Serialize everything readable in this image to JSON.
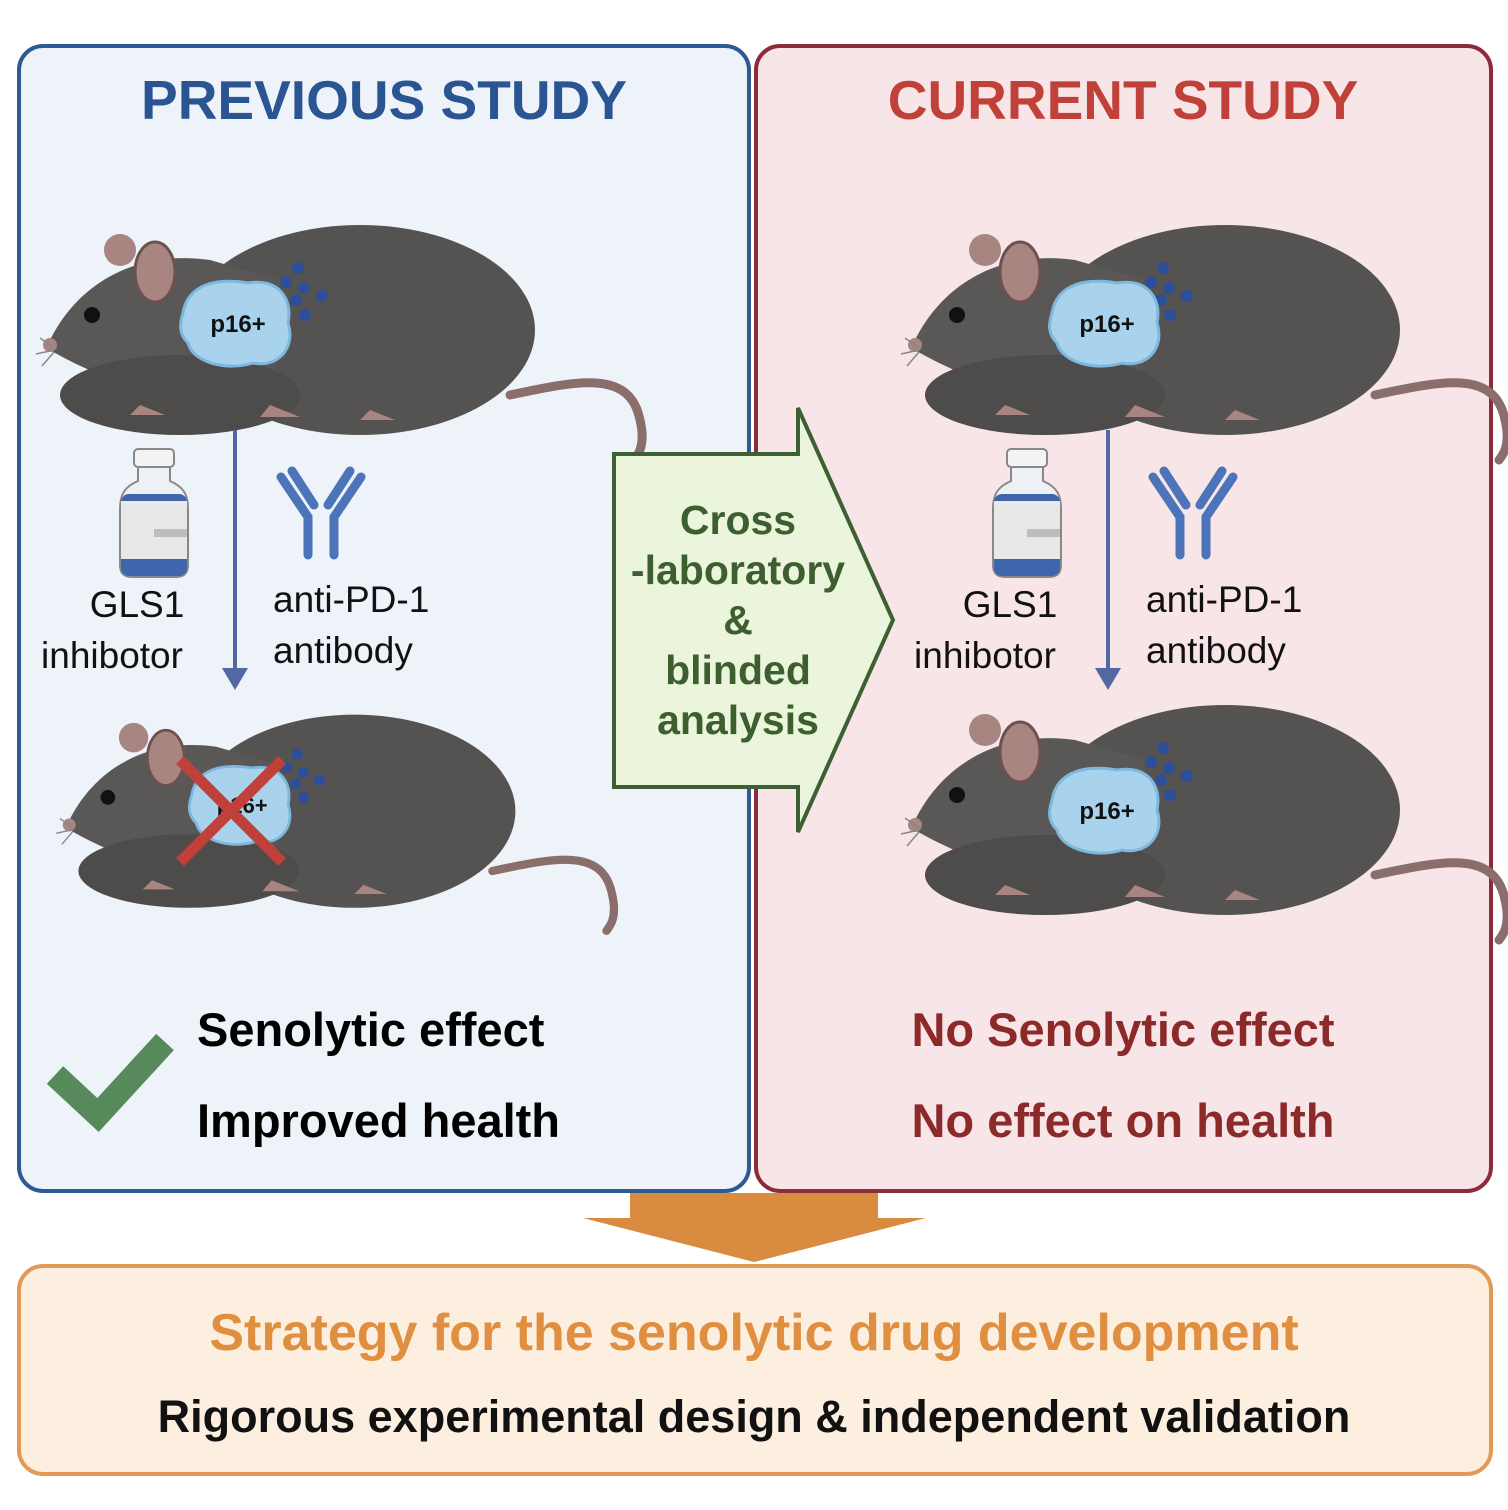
{
  "previous": {
    "title": "PREVIOUS STUDY",
    "cell_label": "p16+",
    "drug_label_1": "GLS1",
    "drug_label_2": "inhibotor",
    "antibody_label_1": "anti-PD-1",
    "antibody_label_2": "antibody",
    "result_1": "Senolytic effect",
    "result_2": "Improved health",
    "result_icon": "checkmark-icon",
    "color": "#2a5592"
  },
  "current": {
    "title": "CURRENT STUDY",
    "cell_label": "p16+",
    "drug_label_1": "GLS1",
    "drug_label_2": "inhibotor",
    "antibody_label_1": "anti-PD-1",
    "antibody_label_2": "antibody",
    "result_1": "No Senolytic effect",
    "result_2": "No effect on health",
    "color": "#c0413a"
  },
  "transition": {
    "lines": [
      "Cross",
      "-laboratory",
      "&",
      "blinded",
      "analysis"
    ]
  },
  "conclusion": {
    "title": "Strategy for the senolytic drug development",
    "subtitle": "Rigorous experimental design & independent validation"
  }
}
